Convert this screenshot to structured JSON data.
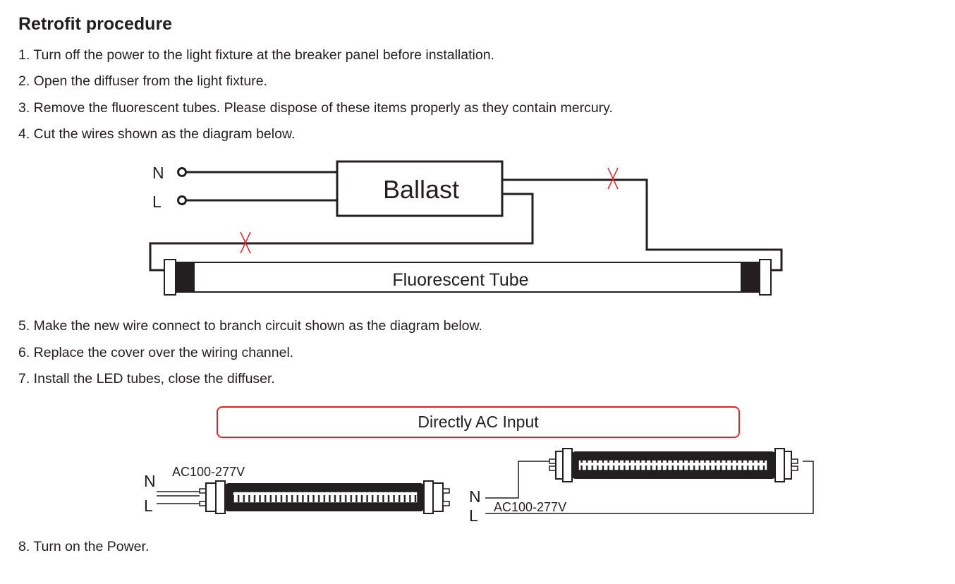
{
  "title": "Retrofit procedure",
  "steps": [
    "1. Turn off the power to the light fixture at the breaker panel before installation.",
    "2. Open the diffuser from the light fixture.",
    "3. Remove the fluorescent tubes. Please dispose of these items properly as they contain mercury.",
    "4. Cut the wires shown as the diagram below.",
    "5. Make the new wire connect to branch circuit shown as the diagram below.",
    "6. Replace the cover over the wiring channel.",
    "7. Install the LED tubes, close the diffuser.",
    "8. Turn on the Power."
  ],
  "diagram1": {
    "terminal_n": "N",
    "terminal_l": "L",
    "ballast_label": "Ballast",
    "tube_label": "Fluorescent Tube",
    "cut_mark_color": "#e8202a",
    "wire_color": "#231f20"
  },
  "diagram2": {
    "header": "Directly AC Input",
    "header_border_color": "#e8202a",
    "left": {
      "n": "N",
      "l": "L",
      "voltage": "AC100-277V"
    },
    "right": {
      "n": "N",
      "l": "L",
      "voltage": "AC100-277V"
    }
  }
}
